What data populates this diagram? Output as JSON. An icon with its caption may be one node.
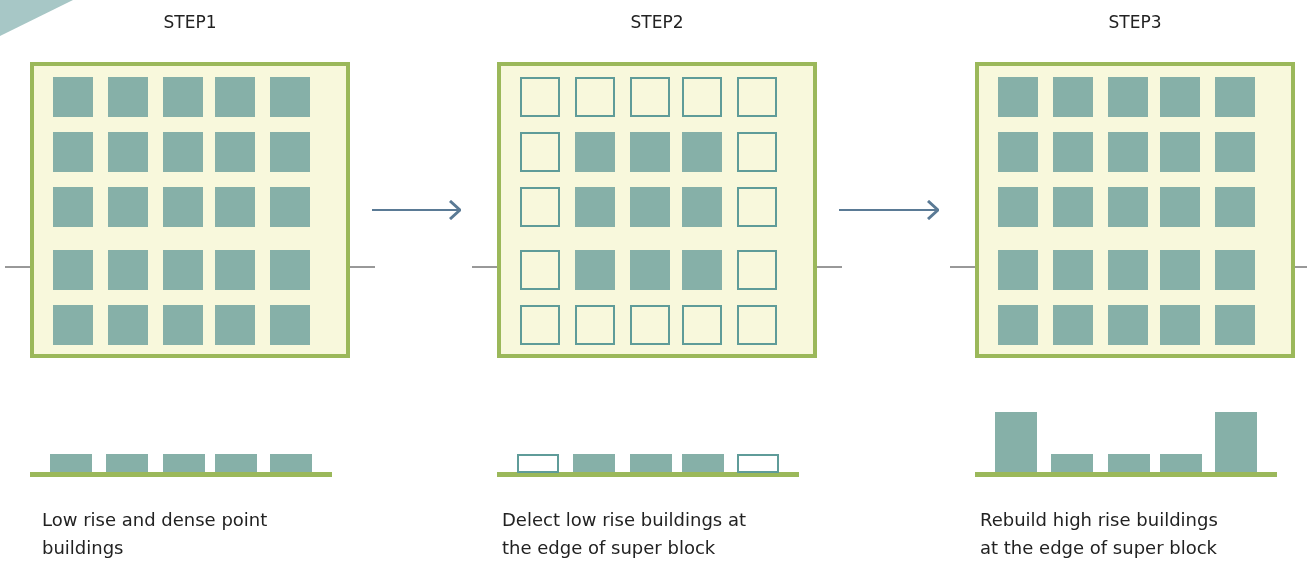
{
  "diagram": {
    "nodes": [
      {
        "text": [
          "STEP1"
        ]
      },
      {
        "text": [
          "STEP2"
        ]
      },
      {
        "text": [
          "STEP3"
        ]
      }
    ],
    "edges": [
      {
        "from": 0,
        "to": 1,
        "arrow": "to"
      },
      {
        "from": 1,
        "to": 2,
        "arrow": "to"
      }
    ],
    "labels": [
      "Low rise and dense point buildings",
      "Delect low rise buildings at the edge of super block",
      "Rebuild high rise buildings at the edge of super block"
    ]
  }
}
